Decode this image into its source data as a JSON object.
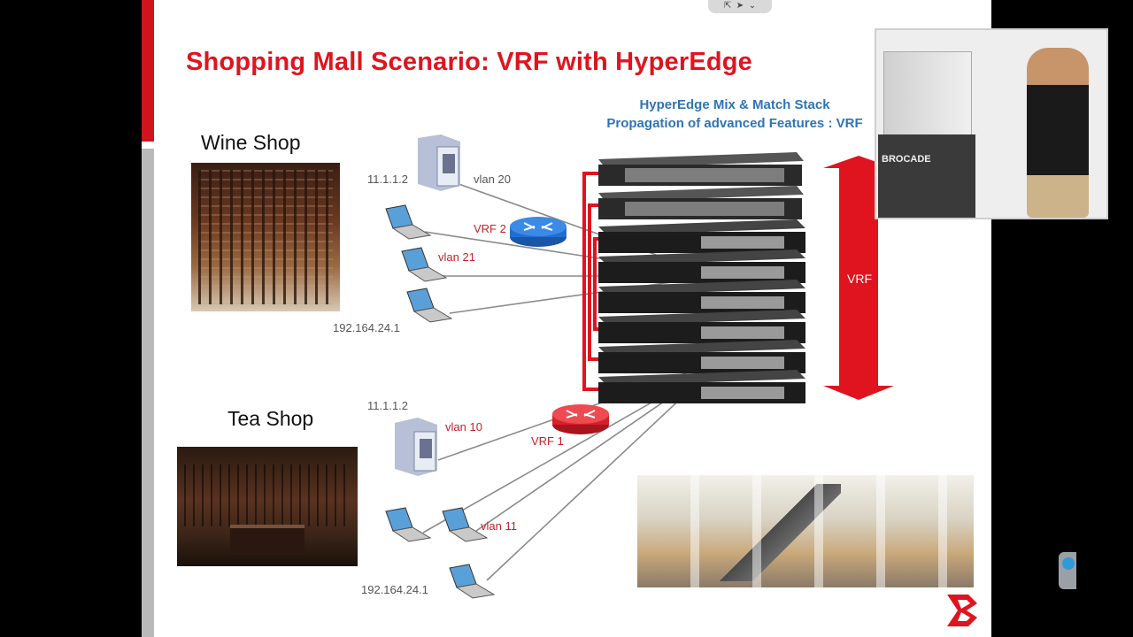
{
  "slide": {
    "title": "Shopping Mall Scenario: VRF with HyperEdge",
    "feature_line1": "HyperEdge Mix & Match Stack",
    "feature_line2": "Propagation of advanced Features : VRF",
    "vrf_arrow_label": "VRF"
  },
  "wine_shop": {
    "label": "Wine Shop",
    "server_ip": "11.1.1.2",
    "server_vlan": "vlan 20",
    "router_label": "VRF 2",
    "laptop_vlan": "vlan 21",
    "laptop_ip": "192.164.24.1"
  },
  "tea_shop": {
    "label": "Tea Shop",
    "server_ip": "11.1.1.2",
    "server_vlan": "vlan 10",
    "router_label": "VRF 1",
    "laptop_vlan": "vlan 11",
    "laptop_ip": "192.164.24.1"
  },
  "webcam": {
    "brand_text": "BROCADE"
  },
  "colors": {
    "accent_red": "#e0141e",
    "feature_blue": "#2e74b5",
    "vrf2_router": "#1f6fd0",
    "vrf1_router": "#d8202a"
  }
}
